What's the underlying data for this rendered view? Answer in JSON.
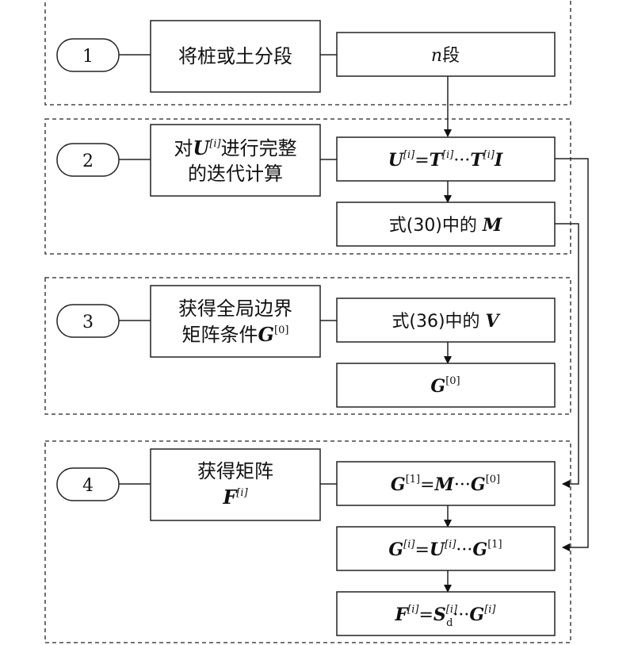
{
  "sections": [
    {
      "number": "1",
      "step": "将桩或土分段"
    },
    {
      "number": "2",
      "step_line1_pre": "对",
      "step_line1_var": "U",
      "step_line1_sup": "[i]",
      "step_line1_post": "进行完整",
      "step_line2": "的迭代计算"
    },
    {
      "number": "3",
      "step_line1": "获得全局边界",
      "step_line2_pre": "矩阵条件",
      "step_line2_var": "G",
      "step_line2_sup": "[0]"
    },
    {
      "number": "4",
      "step_line1": "获得矩阵",
      "step_line2_var": "F",
      "step_line2_sup": "[i]"
    }
  ],
  "results": {
    "n_segments": {
      "var": "n",
      "text": "段"
    },
    "u_formula": {
      "u": "U",
      "u_sup": "[i]",
      "eq": "=",
      "t1": "T",
      "t1_sup": "[i]",
      "dots": "···",
      "t2": "T",
      "t2_sup": "[i]",
      "i": "I"
    },
    "m_eq30": {
      "pre": "式(30)中的 ",
      "var": "M"
    },
    "v_eq36": {
      "pre": "式(36)中的 ",
      "var": "V"
    },
    "g0": {
      "var": "G",
      "sup": "[0]"
    },
    "g1_formula": {
      "g": "G",
      "g_sup": "[1]",
      "eq": "=",
      "m": "M",
      "dots": "···",
      "g0": "G",
      "g0_sup": "[0]"
    },
    "gi_formula": {
      "g": "G",
      "g_sup": "[i]",
      "eq": "=",
      "u": "U",
      "u_sup": "[i]",
      "dots": "···",
      "g1": "G",
      "g1_sup": "[1]"
    },
    "fi_formula": {
      "f": "F",
      "f_sup": "[i]",
      "eq": "=",
      "s": "S",
      "s_sup": "[i]",
      "s_sub": "d",
      "dots": "···",
      "g": "G",
      "g_sup": "[i]"
    }
  }
}
